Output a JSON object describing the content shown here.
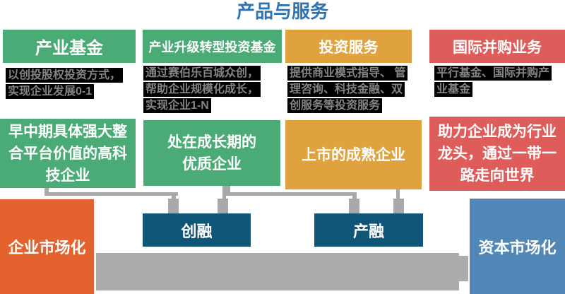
{
  "title": "产品与服务",
  "colors": {
    "accent_green": "#4bab77",
    "accent_orange": "#e0a23e",
    "accent_red": "#de5c59",
    "node_navy": "#0e5578",
    "capital_blue": "#5187b6",
    "enterprise_orange": "#e4622d",
    "connector_gray": "#a9a9a9",
    "bar_gray": "#ababab",
    "title_blue": "#2e74b5",
    "highlight_bg": "#000000",
    "highlight_text": "#848484"
  },
  "columns": [
    {
      "header": "产业基金",
      "description": "以创投股权投资方式，\n实现企业发展0-1",
      "target": "早中期具体强大整\n合平台价值的高科\n技企业"
    },
    {
      "header": "产业升级转型投资基金",
      "description": "通过赛伯乐百城众创，\n帮助企业规模化成长，\n实现企业1-N",
      "target": "处在成长期的\n优质企业"
    },
    {
      "header": "投资服务",
      "description": "提供商业模式指导、 管\n理咨询、科技金融、双\n创服务等投资服务",
      "target": "上市的成熟企业"
    },
    {
      "header": "国际并购业务",
      "description": "平行基金、国际并购产\n业基金",
      "target": "助力企业成为行业\n龙头，通过一带一\n路走向世界"
    }
  ],
  "finance_nodes": [
    {
      "label": "创融"
    },
    {
      "label": "产融"
    }
  ],
  "side_boxes": {
    "left": "企业市场化",
    "right": "资本市场化"
  }
}
